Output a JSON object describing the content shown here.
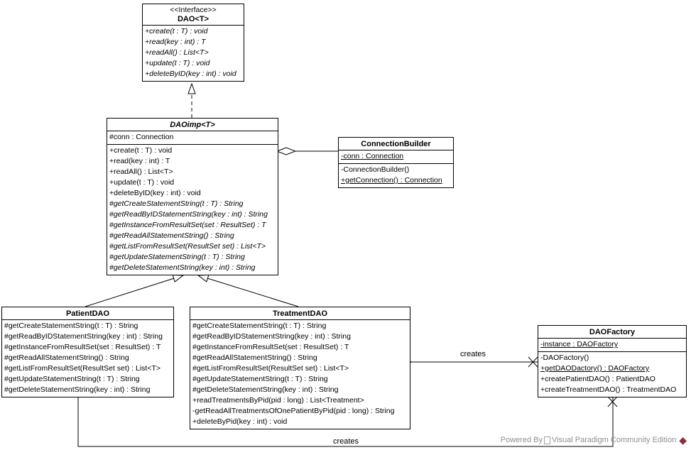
{
  "classes": {
    "dao": {
      "stereotype": "<<Interface>>",
      "name": "DAO<T>",
      "methods": [
        "+create(t : T) : void",
        "+read(key : int) : T",
        "+readAll() : List<T>",
        "+update(t : T) : void",
        "+deleteByID(key : int) : void"
      ]
    },
    "daoimp": {
      "name": "DAOimp<T>",
      "attributes": [
        "#conn : Connection"
      ],
      "methods": [
        "+create(t : T) : void",
        "+read(key : int) : T",
        "+readAll() : List<T>",
        "+update(t : T) : void",
        "+deleteByID(key : int) : void",
        "#getCreateStatementString(t : T) : String",
        "#getReadByIDStatementString(key : int) : String",
        "#getInstanceFromResultSet(set : ResultSet) : T",
        "#getReadAllStatementString() : String",
        "#getListFromResultSet(ResultSet set) : List<T>",
        "#getUpdateStatementString(t : T) : String",
        "#getDeleteStatementString(key : int) : String"
      ]
    },
    "connection_builder": {
      "name": "ConnectionBuilder",
      "attributes": [
        "-conn : Connection"
      ],
      "methods": [
        "-ConnectionBuilder()",
        "+getConnection() : Connection"
      ]
    },
    "patient_dao": {
      "name": "PatientDAO",
      "methods": [
        "#getCreateStatementString(t : T) : String",
        "#getReadByIDStatementString(key : int) : String",
        "#getInstanceFromResultSet(set : ResultSet) : T",
        "#getReadAllStatementString() : String",
        "#getListFromResultSet(ResultSet set) : List<T>",
        "#getUpdateStatementString(t : T) : String",
        "#getDeleteStatementString(key : int) : String"
      ]
    },
    "treatment_dao": {
      "name": "TreatmentDAO",
      "methods": [
        "#getCreateStatementString(t : T) : String",
        "#getReadByIDStatementString(key : int) : String",
        "#getInstanceFromResultSet(set : ResultSet) : T",
        "#getReadAllStatementString() : String",
        "#getListFromResultSet(ResultSet set) : List<T>",
        "#getUpdateStatementString(t : T) : String",
        "#getDeleteStatementString(key : int) : String",
        "+readTreatmentsByPid(pid : long) : List<Treatment>",
        "-getReadAllTreatmentsOfOnePatientByPid(pid : long) : String",
        "+deleteByPid(key : int) : void"
      ]
    },
    "dao_factory": {
      "name": "DAOFactory",
      "attributes": [
        "-instance : DAOFactory"
      ],
      "methods": [
        "-DAOFactory()",
        "+getDAODactory() : DAOFactory",
        "+createPatientDAO() : PatientDAO",
        "+createTreatmentDAO() : TreatmentDAO"
      ]
    }
  },
  "edges": {
    "creates_treatment": "creates",
    "creates_patient": "creates"
  },
  "footer": {
    "powered_by": "Powered By",
    "product": "Visual Paradigm Community Edition"
  }
}
